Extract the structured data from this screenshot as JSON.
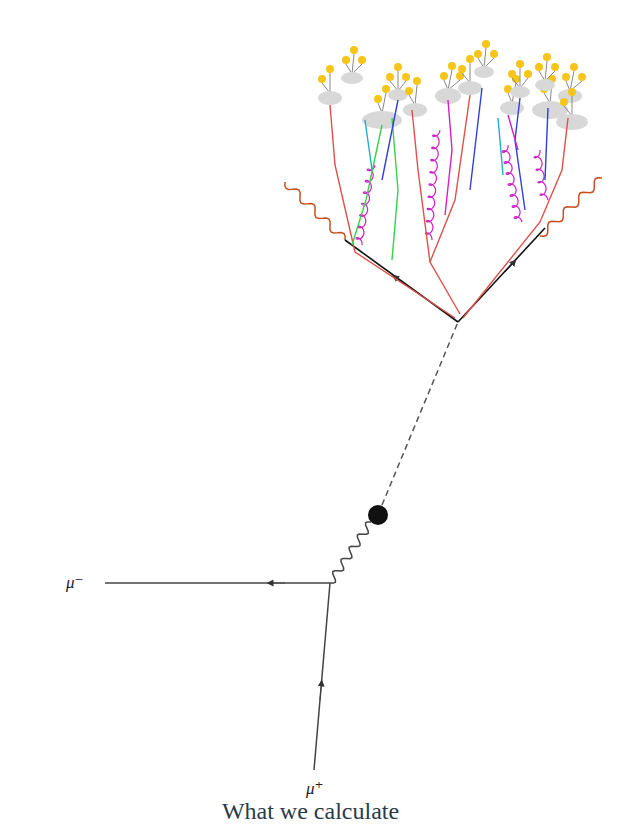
{
  "diagram": {
    "caption": "What we calculate",
    "labels": [
      "μ⁻",
      "μ⁺"
    ]
  }
}
